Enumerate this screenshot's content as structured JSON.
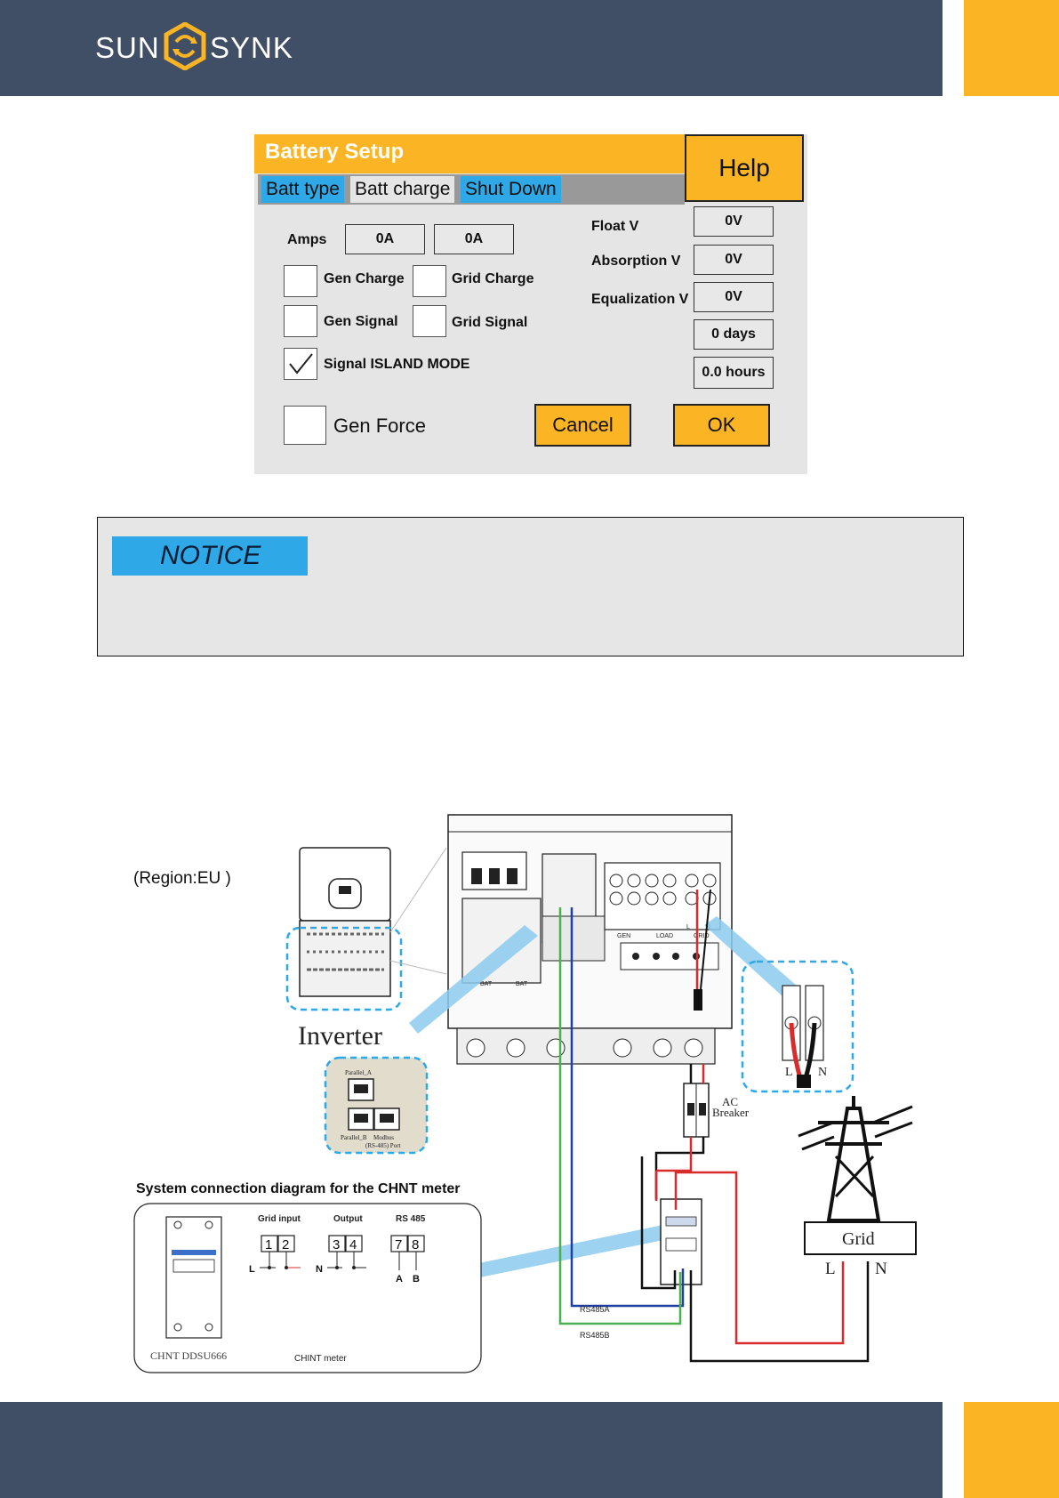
{
  "brand": {
    "logo_left": "SUN",
    "logo_right": "SYNK"
  },
  "battery_setup": {
    "title": "Battery Setup",
    "help_label": "Help",
    "tabs": [
      "Batt type",
      "Batt charge",
      "Shut Down"
    ],
    "amps_label": "Amps",
    "amps_values": [
      "0A",
      "0A"
    ],
    "checkboxes": {
      "gen_charge": "Gen Charge",
      "grid_charge": "Grid Charge",
      "gen_signal": "Gen Signal",
      "grid_signal": "Grid Signal",
      "signal_island_mode": "Signal ISLAND MODE",
      "gen_force": "Gen Force"
    },
    "checked": {
      "signal_island_mode": true
    },
    "voltage_labels": {
      "float": "Float V",
      "absorption": "Absorption V",
      "equalization": "Equalization V"
    },
    "voltage_values": {
      "float": "0V",
      "absorption": "0V",
      "equalization": "0V"
    },
    "days_value": "0 days",
    "hours_value": "0.0 hours",
    "cancel_label": "Cancel",
    "ok_label": "OK"
  },
  "notice": {
    "label": "NOTICE"
  },
  "diagram": {
    "region": "(Region:EU )",
    "inverter_label": "Inverter",
    "port_labels": {
      "parallel_a": "Parallel_A",
      "parallel_b": "Parallel_B",
      "modbus": "Modbus",
      "rs485_port": "(RS-485) Port"
    },
    "terminal_labels": {
      "bat1": "BAT",
      "bat2": "BAT",
      "gen": "GEN",
      "load": "LOAD",
      "grid": "GRID",
      "l": "L",
      "n": "N"
    },
    "ac_breaker_line1": "AC",
    "ac_breaker_line2": "Breaker",
    "grid_label": "Grid",
    "grid_l": "L",
    "grid_n": "N",
    "zoom_l": "L",
    "zoom_n": "N",
    "rs485a": "RS485A",
    "rs485b": "RS485B"
  },
  "chnt": {
    "section_title": "System connection diagram for the CHNT meter",
    "grid_input": "Grid input",
    "output": "Output",
    "rs485": "RS 485",
    "terminals": [
      "1",
      "2",
      "3",
      "4",
      "7",
      "8"
    ],
    "l": "L",
    "n": "N",
    "a": "A",
    "b": "B",
    "model": "CHNT DDSU666",
    "meter": "CHINT meter"
  }
}
